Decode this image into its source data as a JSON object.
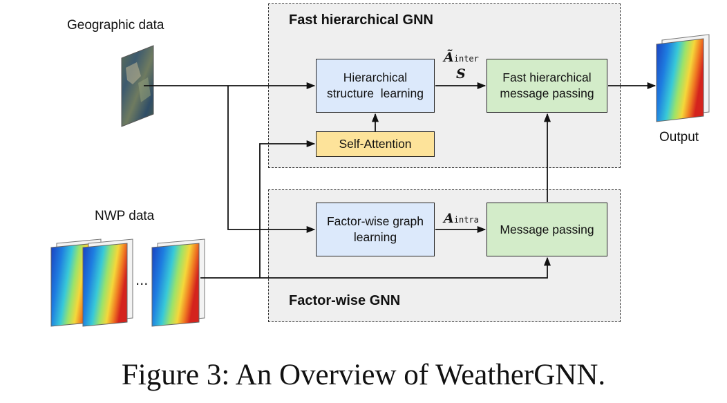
{
  "groups": {
    "fast_hierarchical": {
      "title": "Fast hierarchical GNN"
    },
    "factor_wise": {
      "title": "Factor-wise GNN"
    }
  },
  "inputs": {
    "geographic": "Geographic data",
    "nwp": "NWP data",
    "output": "Output"
  },
  "nodes": {
    "hierarchical_structure": {
      "line1": "Hierarchical",
      "line2": "structure  learning"
    },
    "self_attention": "Self-Attention",
    "fast_message_passing": {
      "line1": "Fast hierarchical",
      "line2": "message passing"
    },
    "factor_graph": {
      "line1": "Factor-wise graph",
      "line2": "learning"
    },
    "message_passing": "Message passing"
  },
  "edge_labels": {
    "a_inter": {
      "symbol": "Ã",
      "sub": "inter"
    },
    "s": "S",
    "a_intra": {
      "symbol": "A",
      "sub": "intra"
    }
  },
  "ellipsis": "...",
  "caption": "Figure 3: An Overview of WeatherGNN.",
  "colors": {
    "group_bg": "#efefef",
    "blue_box": "#dce9fb",
    "green_box": "#d3ecc9",
    "yellow_box": "#fde39a"
  }
}
